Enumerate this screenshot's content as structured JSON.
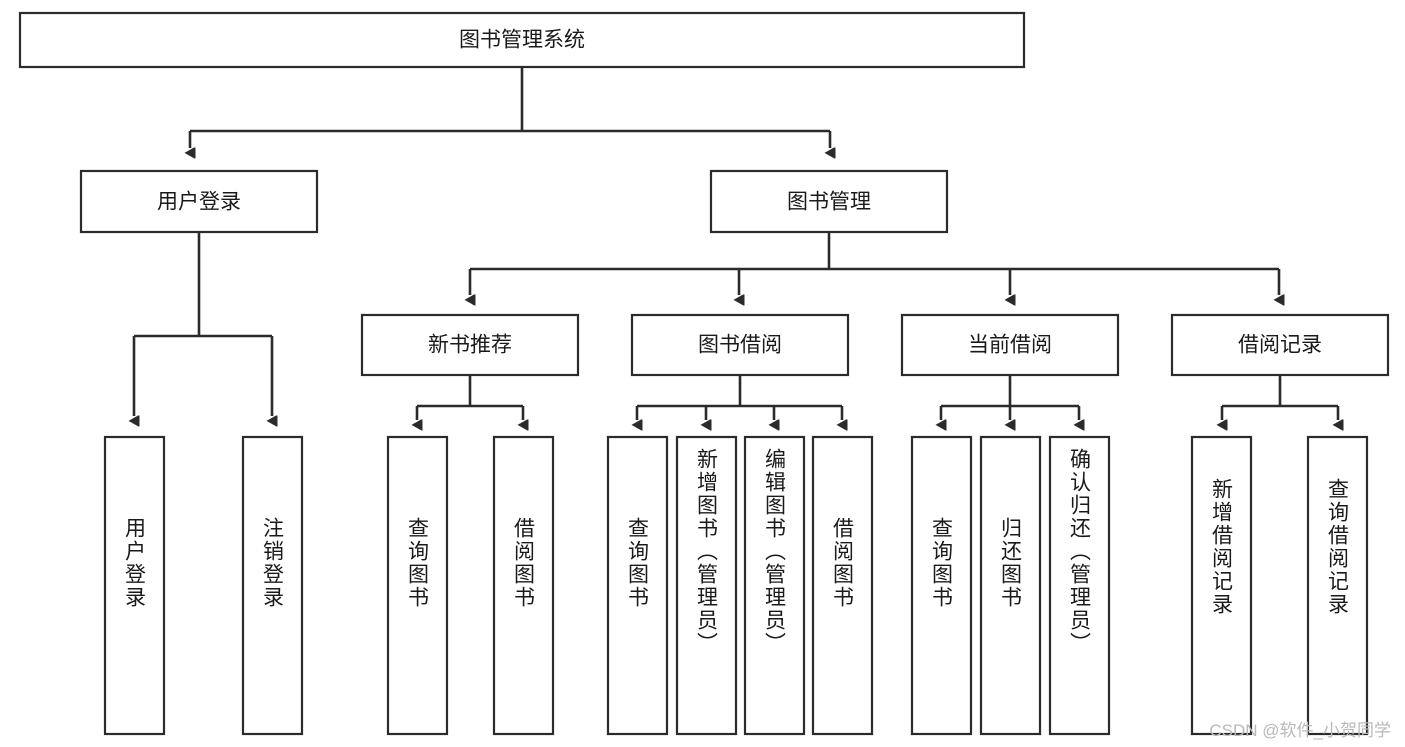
{
  "diagram": {
    "title": "图书管理系统",
    "type": "hierarchy-tree",
    "watermark": "CSDN @软件_小贺同学",
    "colors": {
      "box_stroke": "#2b2b2b",
      "box_fill": "#ffffff",
      "connector": "#2b2b2b",
      "text": "#1a1a1a",
      "watermark": "#b9b9b9",
      "background": "#ffffff"
    },
    "levels": {
      "root": {
        "label": "图书管理系统"
      },
      "level2": [
        {
          "id": "user-login",
          "label": "用户登录"
        },
        {
          "id": "book-management",
          "label": "图书管理"
        }
      ],
      "level3": [
        {
          "id": "new-book-recommend",
          "label": "新书推荐",
          "parent": "book-management"
        },
        {
          "id": "book-borrow",
          "label": "图书借阅",
          "parent": "book-management"
        },
        {
          "id": "current-borrow",
          "label": "当前借阅",
          "parent": "book-management"
        },
        {
          "id": "borrow-record",
          "label": "借阅记录",
          "parent": "book-management"
        }
      ],
      "leaves": [
        {
          "id": "leaf-user-login",
          "label": "用户登录",
          "parent": "user-login"
        },
        {
          "id": "leaf-logout-login",
          "label": "注销登录",
          "parent": "user-login"
        },
        {
          "id": "leaf-query-book-1",
          "label": "查询图书",
          "parent": "new-book-recommend"
        },
        {
          "id": "leaf-borrow-book-1",
          "label": "借阅图书",
          "parent": "new-book-recommend"
        },
        {
          "id": "leaf-query-book-2",
          "label": "查询图书",
          "parent": "book-borrow"
        },
        {
          "id": "leaf-add-book",
          "label": "新增图书（管理员）",
          "parent": "book-borrow"
        },
        {
          "id": "leaf-edit-book",
          "label": "编辑图书（管理员）",
          "parent": "book-borrow"
        },
        {
          "id": "leaf-borrow-book-2",
          "label": "借阅图书",
          "parent": "book-borrow"
        },
        {
          "id": "leaf-query-book-3",
          "label": "查询图书",
          "parent": "current-borrow"
        },
        {
          "id": "leaf-return-book",
          "label": "归还图书",
          "parent": "current-borrow"
        },
        {
          "id": "leaf-confirm-return",
          "label": "确认归还（管理员）",
          "parent": "current-borrow"
        },
        {
          "id": "leaf-add-record",
          "label": "新增借阅记录",
          "parent": "borrow-record"
        },
        {
          "id": "leaf-query-record",
          "label": "查询借阅记录",
          "parent": "borrow-record"
        }
      ]
    }
  }
}
